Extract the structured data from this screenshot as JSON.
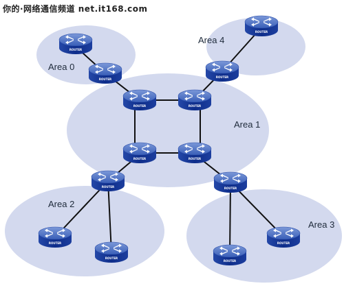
{
  "watermark": "你的·网络通信频道 net.it168.com",
  "areas": [
    {
      "id": "area0",
      "label": "Area 0"
    },
    {
      "id": "area1",
      "label": "Area 1"
    },
    {
      "id": "area2",
      "label": "Area 2"
    },
    {
      "id": "area3",
      "label": "Area 3"
    },
    {
      "id": "area4",
      "label": "Area 4"
    }
  ],
  "router_label": "ROUTER",
  "colors": {
    "area_fill": "#d3d9ee",
    "router_top": "#5f7fc8",
    "router_side": "#0f2f8c",
    "link": "#101010"
  }
}
